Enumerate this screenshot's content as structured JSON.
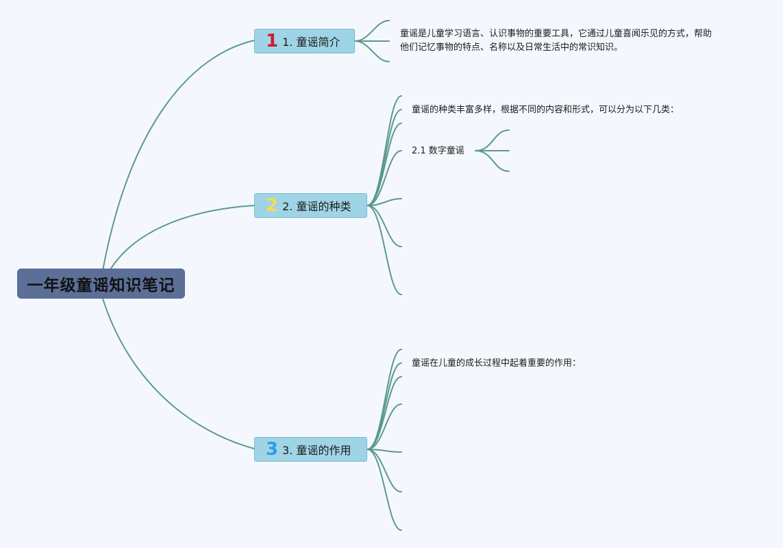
{
  "root": {
    "title": "一年级童谣知识笔记"
  },
  "topics": [
    {
      "badge": "1",
      "label": "1. 童谣简介"
    },
    {
      "badge": "2",
      "label": "2. 童谣的种类"
    },
    {
      "badge": "3",
      "label": "3. 童谣的作用"
    }
  ],
  "leaves": {
    "intro_line1": "童谣是儿童学习语言、认识事物的重要工具，它通过儿童喜闻乐见的方式，帮助",
    "intro_line2": "他们记忆事物的特点、名称以及日常生活中的常识知识。",
    "types_desc": "童谣的种类丰富多样，根据不同的内容和形式，可以分为以下几类：",
    "types_sub1": "2.1 数字童谣",
    "role_desc": "童谣在儿童的成长过程中起着重要的作用："
  },
  "colors": {
    "background": "#f4f8fe",
    "root_fill": "#5b6f97",
    "topic_fill": "#9fd4e6",
    "link": "#5a9a8a"
  }
}
